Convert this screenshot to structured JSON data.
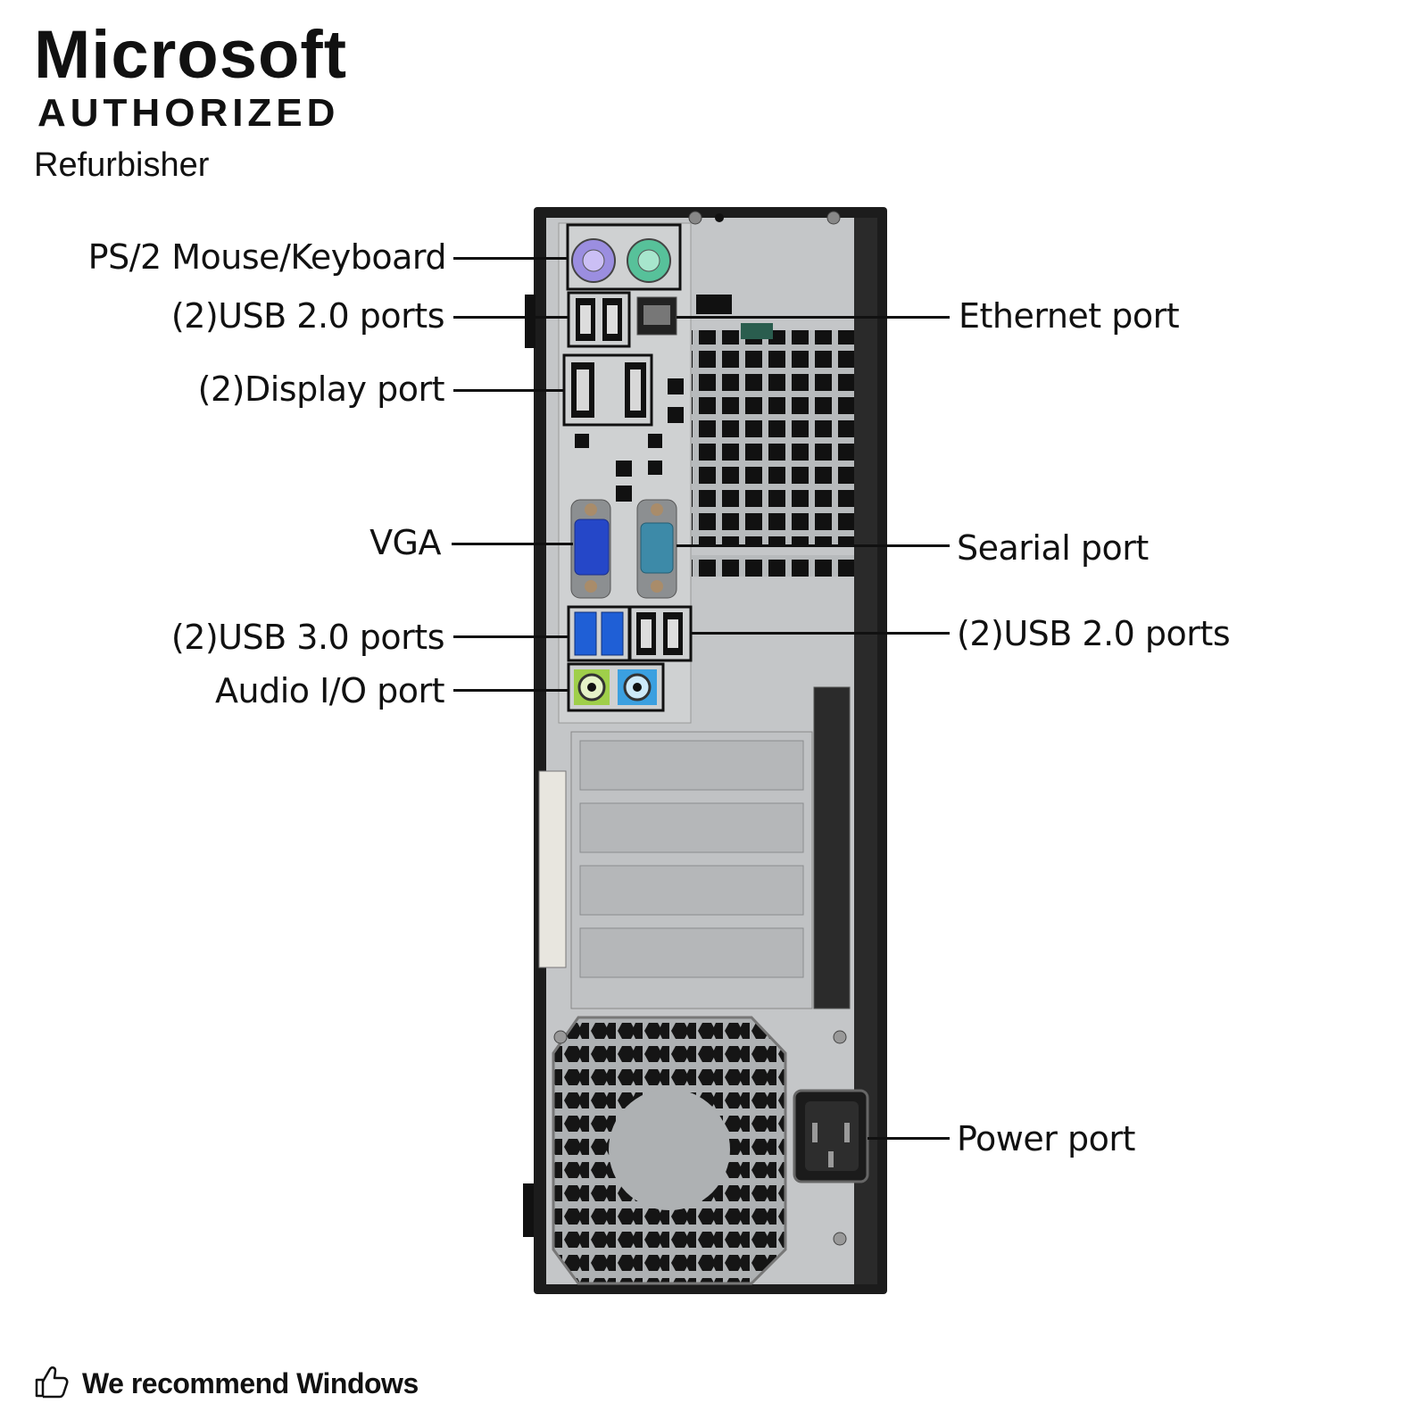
{
  "brand": {
    "line1": "Microsoft",
    "line2": "AUTHORIZED",
    "line3": "Refurbisher"
  },
  "callouts": {
    "ps2": "PS/2 Mouse/Keyboard",
    "usb2_top": "(2)USB 2.0 ports",
    "display": "(2)Display port",
    "vga": "VGA",
    "usb3": "(2)USB 3.0 ports",
    "audio": "Audio I/O port",
    "ethernet": "Ethernet port",
    "serial": "Searial port",
    "usb2_bottom": "(2)USB 2.0 ports",
    "power": "Power port"
  },
  "footer": {
    "text": "We recommend Windows",
    "icon": "thumbs-up-icon"
  },
  "colors": {
    "chassis": "#1a1a1a",
    "panel": "#c9cbcc",
    "ps2_mouse": "#9b8ee0",
    "ps2_keyboard": "#57c19a",
    "vga": "#2547c8",
    "serial": "#3d8aa8",
    "usb3": "#1f5fd6",
    "audio_line_out": "#9fcf4a",
    "audio_line_in": "#3ba0e0"
  }
}
